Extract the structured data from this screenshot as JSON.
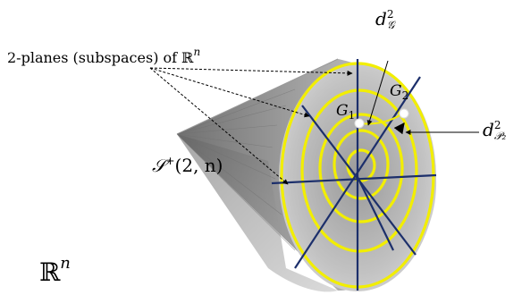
{
  "labels": {
    "planes_prefix": "2-planes (subspaces) of ",
    "space_bb": "ℝ",
    "space_exp": "n",
    "manifold_main": "𝒮",
    "manifold_sup": "+",
    "manifold_args": "(2, n)",
    "dg_d": "d",
    "dg_sup": "2",
    "dg_sub": "𝒢",
    "dp_d": "d",
    "dp_sup": "2",
    "dp_sub": "𝒫₂",
    "g1": "G",
    "g1_sub": "1",
    "g2": "G",
    "g2_sub": "2"
  },
  "colors": {
    "cone_dark": "#8a8a8a",
    "cone_light": "#d9d9d9",
    "disk_fill": "#bdbdbd",
    "ring": "#f2ee00",
    "axes": "#1c2f6b",
    "points": "#ffffff"
  }
}
